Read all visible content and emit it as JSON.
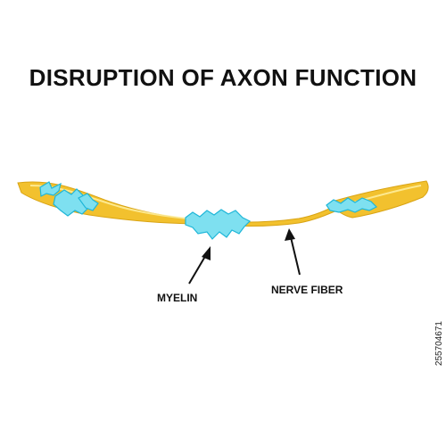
{
  "title": "DISRUPTION OF AXON FUNCTION",
  "labels": {
    "myelin": "MYELIN",
    "nerve_fiber": "NERVE FIBER"
  },
  "stock_id": "255704671",
  "colors": {
    "axon_fill": "#f2c12e",
    "axon_outline": "#d9a414",
    "axon_highlight": "#fff3a8",
    "myelin_fill": "#7ee0f0",
    "myelin_outline": "#1fb6d8",
    "arrow": "#111111"
  }
}
